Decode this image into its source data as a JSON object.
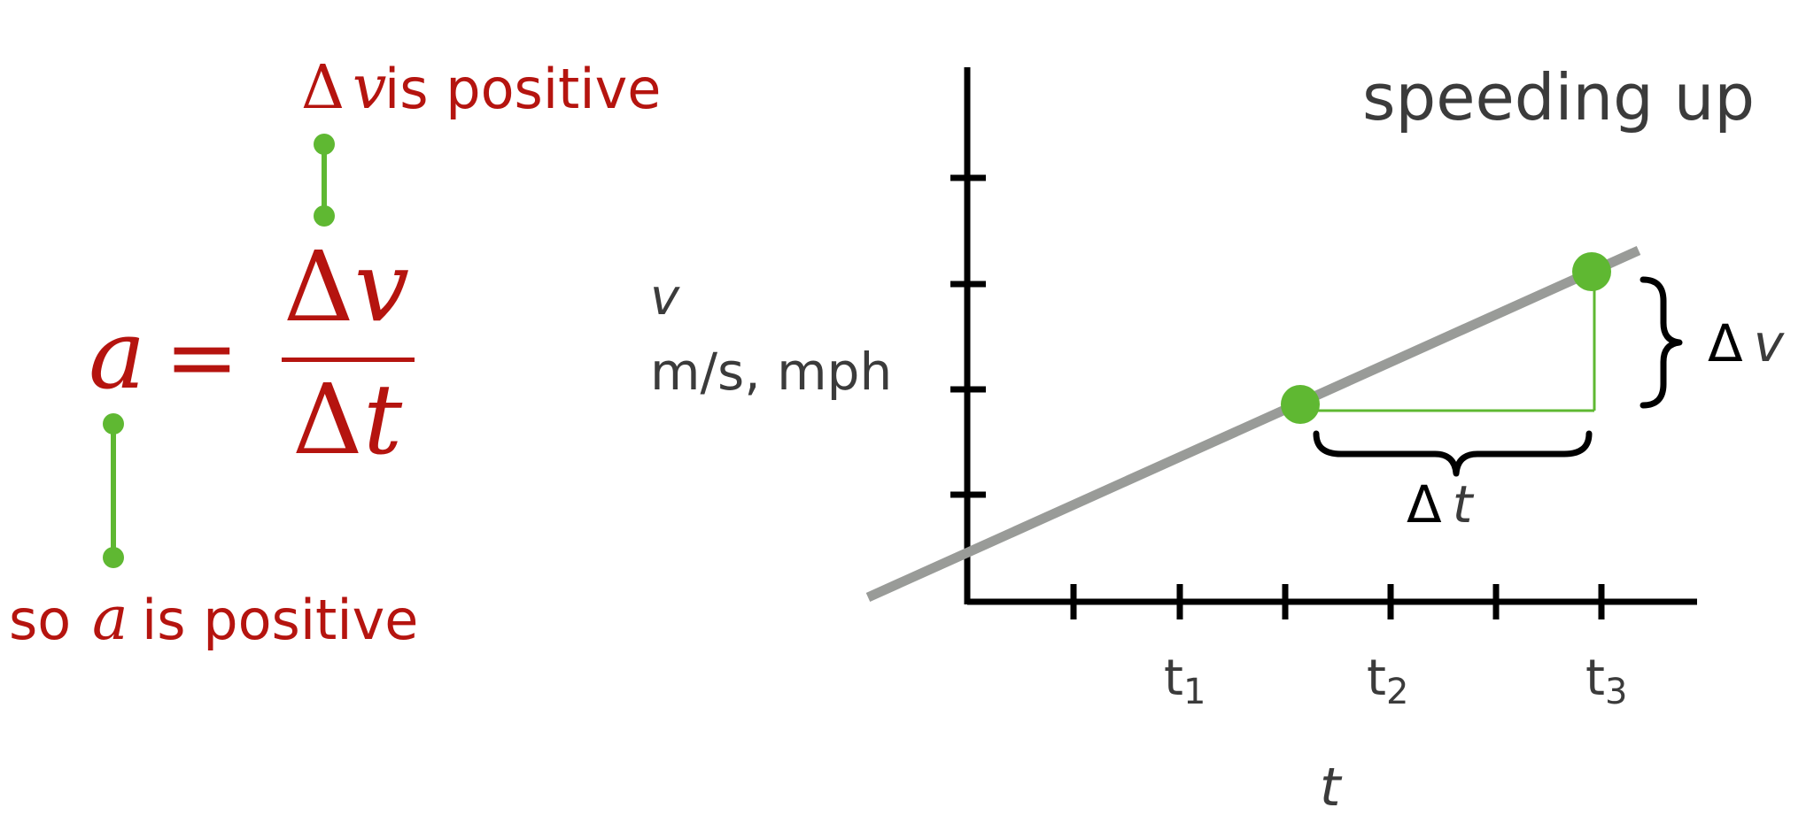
{
  "equation": {
    "lhs": "a",
    "equals": "=",
    "numerator": {
      "delta": "Δ",
      "var": "v"
    },
    "denominator": {
      "delta": "Δ",
      "var": "t"
    }
  },
  "annotations": {
    "top": {
      "delta": "Δ",
      "var": "v",
      "rest": " is positive"
    },
    "bottom": {
      "pre": "so ",
      "var": "a",
      "rest": " is positive"
    }
  },
  "graph": {
    "title": "speeding up",
    "y_label": {
      "var": "v",
      "units": "m/s, mph"
    },
    "x_label": "t",
    "x_ticks": [
      {
        "base": "t",
        "sub": "1"
      },
      {
        "base": "t",
        "sub": "2"
      },
      {
        "base": "t",
        "sub": "3"
      }
    ],
    "delta_t": {
      "delta": "Δ",
      "var": "t"
    },
    "delta_v": {
      "delta": "Δ",
      "var": "v"
    }
  },
  "colors": {
    "red": "#b5140f",
    "green": "#5fb832",
    "gray_line": "#999b98",
    "axis": "#000000",
    "text": "#3b3b3b"
  }
}
